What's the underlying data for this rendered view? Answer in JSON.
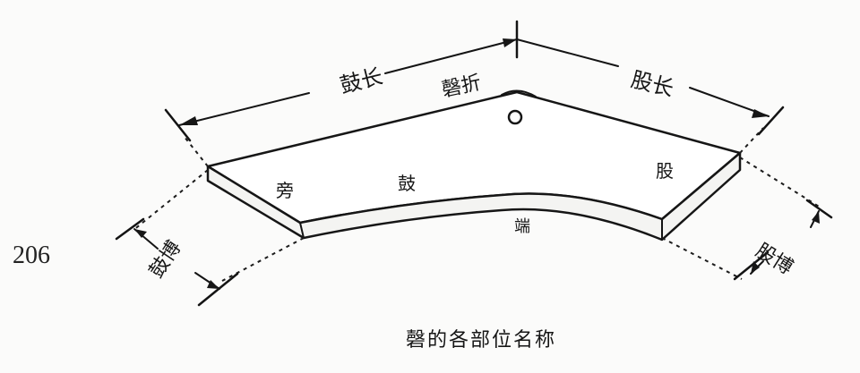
{
  "page_number": "206",
  "caption": "磬的各部位名称",
  "labels": {
    "gu_chang": "鼓长",
    "gu_chang_2": "",
    "qing_zhe": "磬折",
    "gu_long": "股长",
    "pang": "旁",
    "gu_body": "鼓",
    "gu_end": "股",
    "duan": "端",
    "gu_bo": "鼓博",
    "gu_bo2": "股博"
  },
  "labels_fixed": {
    "gu_chang": "鼓长",
    "gu_long": "股长"
  }
}
